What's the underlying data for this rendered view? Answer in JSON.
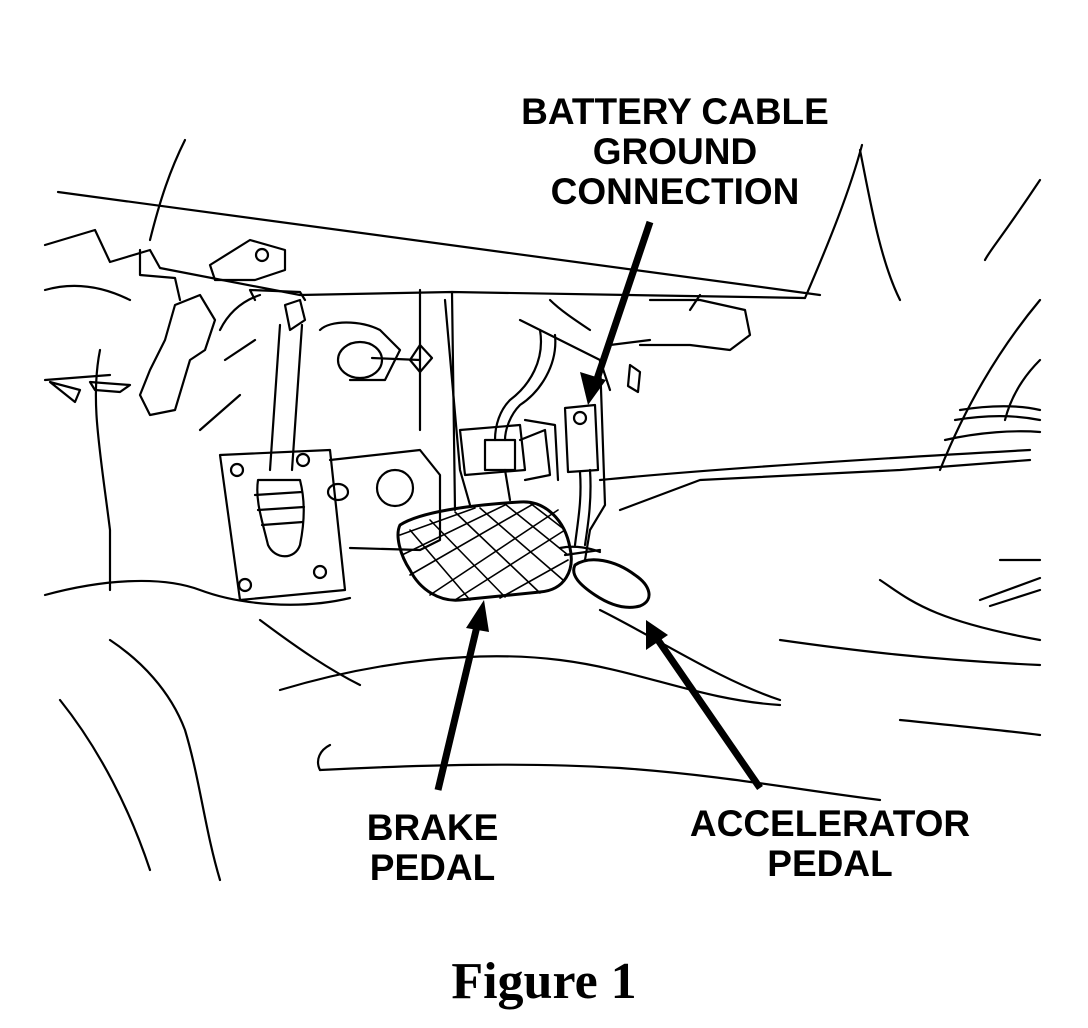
{
  "labels": {
    "battery_cable": [
      "BATTERY CABLE",
      "GROUND",
      "CONNECTION"
    ],
    "brake_pedal": [
      "BRAKE",
      "PEDAL"
    ],
    "accelerator_pedal": [
      "ACCELERATOR",
      "PEDAL"
    ]
  },
  "caption": "Figure 1",
  "colors": {
    "ink": "#000000",
    "paper": "#ffffff"
  }
}
